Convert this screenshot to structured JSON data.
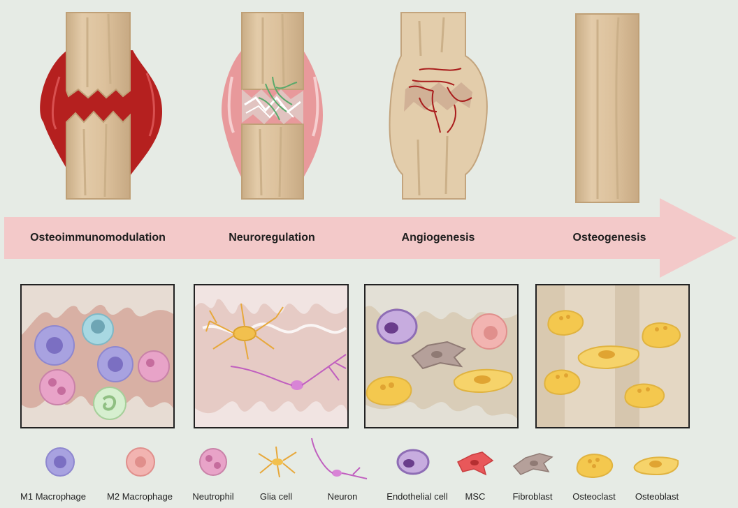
{
  "stages": [
    {
      "label": "Osteoimmunomodulation"
    },
    {
      "label": "Neuroregulation"
    },
    {
      "label": "Angiogenesis"
    },
    {
      "label": "Osteogenesis"
    }
  ],
  "legend": [
    {
      "label": "M1 Macrophage",
      "icon": "m1-macrophage-icon"
    },
    {
      "label": "M2 Macrophage",
      "icon": "m2-macrophage-icon"
    },
    {
      "label": "Neutrophil",
      "icon": "neutrophil-icon"
    },
    {
      "label": "Glia cell",
      "icon": "glia-cell-icon"
    },
    {
      "label": "Neuron",
      "icon": "neuron-icon"
    },
    {
      "label": "Endothelial cell",
      "icon": "endothelial-cell-icon"
    },
    {
      "label": "MSC",
      "icon": "msc-icon"
    },
    {
      "label": "Fibroblast",
      "icon": "fibroblast-icon"
    },
    {
      "label": "Osteoclast",
      "icon": "osteoclast-icon"
    },
    {
      "label": "Osteoblast",
      "icon": "osteoblast-icon"
    }
  ],
  "colors": {
    "background": "#e6ebe5",
    "arrow": "#f3c9c9",
    "bone": "#dcc3a0",
    "hematoma": "#b5201f",
    "callus_soft": "#e69a9c",
    "callus_hard": "#e7d4b7",
    "m1": "#a8a2e0",
    "m2": "#f2b4b1",
    "neutrophil": "#e8a3c8",
    "endothelial": "#b69ad6",
    "msc": "#e8585a",
    "fibroblast": "#b5a09a",
    "osteoclast": "#f4c84e",
    "osteoblast": "#f6d36a"
  }
}
